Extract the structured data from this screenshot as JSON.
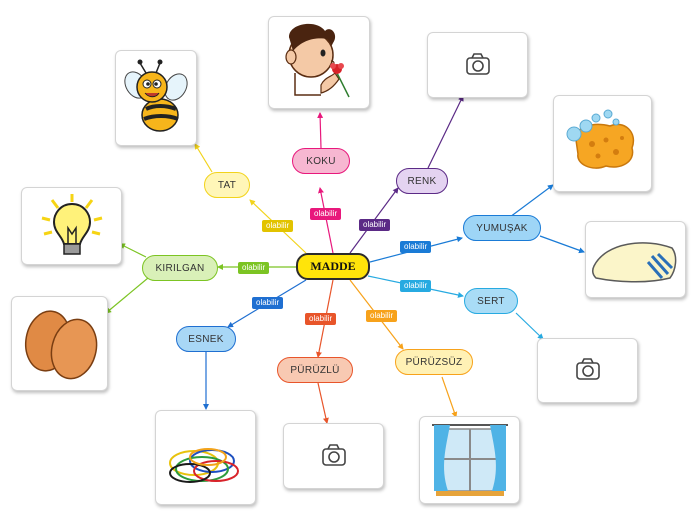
{
  "center": {
    "label": "MADDE"
  },
  "edge_label": "olabilir",
  "branches": [
    {
      "id": "koku",
      "label": "KOKU",
      "color": "#e8187c",
      "fill": "#f7b7d1",
      "image": "child-smelling-flower"
    },
    {
      "id": "renk",
      "label": "RENK",
      "color": "#5b2a86",
      "fill": "#e4d3f1",
      "image": "camera-placeholder"
    },
    {
      "id": "yumusak",
      "label": "YUMUŞAK",
      "color": "#1a7bd6",
      "fill": "#9ed5f6",
      "images": [
        "sponge-with-bubbles",
        "pillow"
      ]
    },
    {
      "id": "sert",
      "label": "SERT",
      "color": "#27aae1",
      "fill": "#a9dcf6",
      "image": "camera-placeholder"
    },
    {
      "id": "puruzsuz",
      "label": "PÜRÜZSÜZ",
      "color": "#f7a21b",
      "fill": "#fff1b5",
      "image": "window-with-curtains"
    },
    {
      "id": "puruzlu",
      "label": "PÜRÜZLÜ",
      "color": "#e8552a",
      "fill": "#f8c9b2",
      "image": "camera-placeholder"
    },
    {
      "id": "esnek",
      "label": "ESNEK",
      "color": "#1f6fd1",
      "fill": "#a8d7f6",
      "image": "rubber-bands"
    },
    {
      "id": "kirilgan",
      "label": "KIRILGAN",
      "color": "#7cc423",
      "fill": "#d9f0b8",
      "images": [
        "light-bulb",
        "eggs"
      ]
    },
    {
      "id": "tat",
      "label": "TAT",
      "color": "#f2d31b",
      "fill": "#fff6b8",
      "image": "bee"
    }
  ]
}
